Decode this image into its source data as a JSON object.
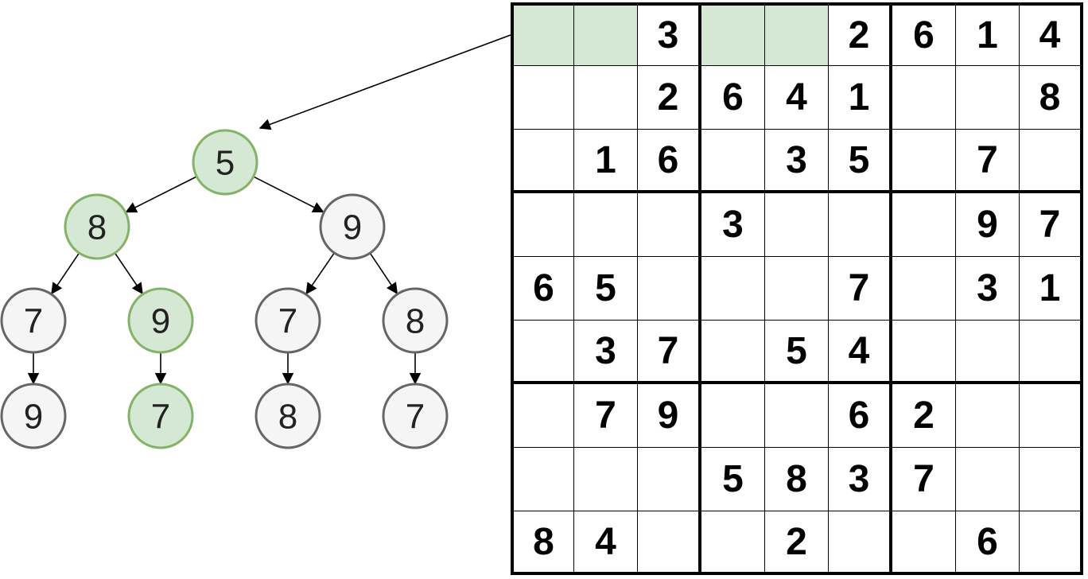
{
  "colors": {
    "highlight_fill": "#d5e8d4",
    "highlight_stroke": "#82b366",
    "node_fill": "#f5f5f5",
    "node_stroke": "#666666"
  },
  "tree": {
    "nodes": [
      {
        "id": "n0",
        "label": "5",
        "highlighted": true
      },
      {
        "id": "n1",
        "label": "8",
        "highlighted": true
      },
      {
        "id": "n2",
        "label": "9",
        "highlighted": false
      },
      {
        "id": "n3",
        "label": "7",
        "highlighted": false
      },
      {
        "id": "n4",
        "label": "9",
        "highlighted": true
      },
      {
        "id": "n5",
        "label": "7",
        "highlighted": false
      },
      {
        "id": "n6",
        "label": "8",
        "highlighted": false
      },
      {
        "id": "n7",
        "label": "9",
        "highlighted": false
      },
      {
        "id": "n8",
        "label": "7",
        "highlighted": true
      },
      {
        "id": "n9",
        "label": "8",
        "highlighted": false
      },
      {
        "id": "n10",
        "label": "7",
        "highlighted": false
      }
    ],
    "edges": [
      [
        "n0",
        "n1"
      ],
      [
        "n0",
        "n2"
      ],
      [
        "n1",
        "n3"
      ],
      [
        "n1",
        "n4"
      ],
      [
        "n2",
        "n5"
      ],
      [
        "n2",
        "n6"
      ],
      [
        "n3",
        "n7"
      ],
      [
        "n4",
        "n8"
      ],
      [
        "n5",
        "n9"
      ],
      [
        "n6",
        "n10"
      ]
    ]
  },
  "sudoku": {
    "rows": [
      [
        "",
        "",
        "3",
        "",
        "",
        "2",
        "6",
        "1",
        "4"
      ],
      [
        "",
        "",
        "2",
        "6",
        "4",
        "1",
        "",
        "",
        "8"
      ],
      [
        "",
        "1",
        "6",
        "",
        "3",
        "5",
        "",
        "7",
        ""
      ],
      [
        "",
        "",
        "",
        "3",
        "",
        "",
        "",
        "9",
        "7"
      ],
      [
        "6",
        "5",
        "",
        "",
        "",
        "7",
        "",
        "3",
        "1"
      ],
      [
        "",
        "3",
        "7",
        "",
        "5",
        "4",
        "",
        "",
        ""
      ],
      [
        "",
        "7",
        "9",
        "",
        "",
        "6",
        "2",
        "",
        ""
      ],
      [
        "",
        "",
        "",
        "5",
        "8",
        "3",
        "7",
        "",
        ""
      ],
      [
        "8",
        "4",
        "",
        "",
        "2",
        "",
        "",
        "6",
        ""
      ]
    ],
    "highlighted_cells": [
      [
        0,
        0
      ],
      [
        0,
        1
      ],
      [
        0,
        3
      ],
      [
        0,
        4
      ]
    ]
  }
}
